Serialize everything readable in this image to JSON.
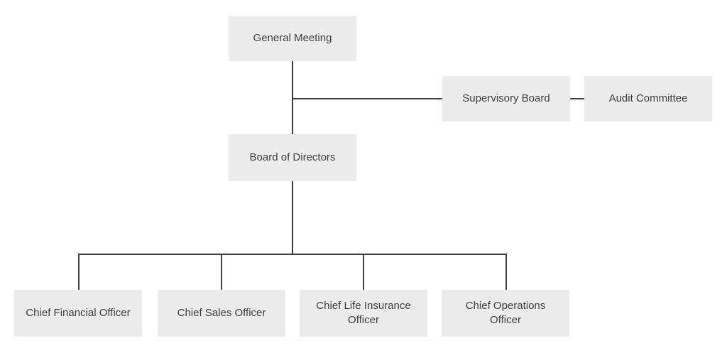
{
  "diagram": {
    "type": "org-chart",
    "colors": {
      "background": "#ffffff",
      "node_fill": "#ececec",
      "node_text": "#3d3d3d",
      "connector_line": "#3f3f3f"
    },
    "nodes": [
      {
        "id": "general-meeting",
        "label": "General Meeting"
      },
      {
        "id": "supervisory-board",
        "label": "Supervisory Board"
      },
      {
        "id": "audit-committee",
        "label": "Audit Committee"
      },
      {
        "id": "board-of-directors",
        "label": "Board of Directors"
      },
      {
        "id": "chief-financial-officer",
        "label": "Chief Financial Officer"
      },
      {
        "id": "chief-sales-officer",
        "label": "Chief Sales Officer"
      },
      {
        "id": "chief-life-insurance-officer",
        "label": "Chief Life Insurance Officer"
      },
      {
        "id": "chief-operations-officer",
        "label": "Chief Operations Officer"
      }
    ],
    "edges": [
      {
        "from": "general-meeting",
        "to": "board-of-directors"
      },
      {
        "from": "general-meeting",
        "to": "supervisory-board"
      },
      {
        "from": "supervisory-board",
        "to": "audit-committee"
      },
      {
        "from": "board-of-directors",
        "to": "chief-financial-officer"
      },
      {
        "from": "board-of-directors",
        "to": "chief-sales-officer"
      },
      {
        "from": "board-of-directors",
        "to": "chief-life-insurance-officer"
      },
      {
        "from": "board-of-directors",
        "to": "chief-operations-officer"
      }
    ]
  }
}
